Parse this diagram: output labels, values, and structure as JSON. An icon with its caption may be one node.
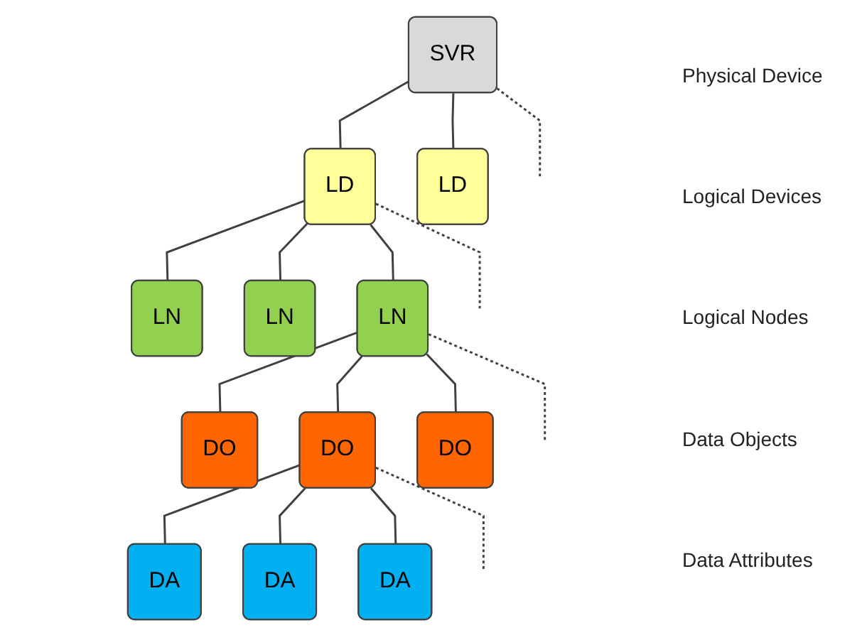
{
  "diagram": {
    "nodes": [
      {
        "text": [
          "SVR"
        ]
      },
      {
        "text": [
          "LD"
        ]
      },
      {
        "text": [
          "LD"
        ]
      },
      {
        "text": [
          "LN"
        ]
      },
      {
        "text": [
          "LN"
        ]
      },
      {
        "text": [
          "LN"
        ]
      },
      {
        "text": [
          "DO"
        ]
      },
      {
        "text": [
          "DO"
        ]
      },
      {
        "text": [
          "DO"
        ]
      },
      {
        "text": [
          "DA"
        ]
      },
      {
        "text": [
          "DA"
        ]
      },
      {
        "text": [
          "DA"
        ]
      }
    ],
    "edges": [
      {
        "from": 0,
        "to": 1,
        "arrow": "none"
      },
      {
        "from": 0,
        "to": 2,
        "arrow": "none"
      },
      {
        "from": 0,
        "to": null,
        "arrow": "none",
        "style": "dashed"
      },
      {
        "from": 1,
        "to": 3,
        "arrow": "none"
      },
      {
        "from": 1,
        "to": 4,
        "arrow": "none"
      },
      {
        "from": 1,
        "to": 5,
        "arrow": "none"
      },
      {
        "from": 1,
        "to": null,
        "arrow": "none",
        "style": "dashed"
      },
      {
        "from": 5,
        "to": 6,
        "arrow": "none"
      },
      {
        "from": 5,
        "to": 7,
        "arrow": "none"
      },
      {
        "from": 5,
        "to": 8,
        "arrow": "none"
      },
      {
        "from": 5,
        "to": null,
        "arrow": "none",
        "style": "dashed"
      },
      {
        "from": 7,
        "to": 9,
        "arrow": "none"
      },
      {
        "from": 7,
        "to": 10,
        "arrow": "none"
      },
      {
        "from": 7,
        "to": 11,
        "arrow": "none"
      },
      {
        "from": 7,
        "to": null,
        "arrow": "none",
        "style": "dashed"
      }
    ],
    "labels": [
      "Physical Device",
      "Logical Devices",
      "Logical Nodes",
      "Data Objects",
      "Data Attributes"
    ]
  }
}
